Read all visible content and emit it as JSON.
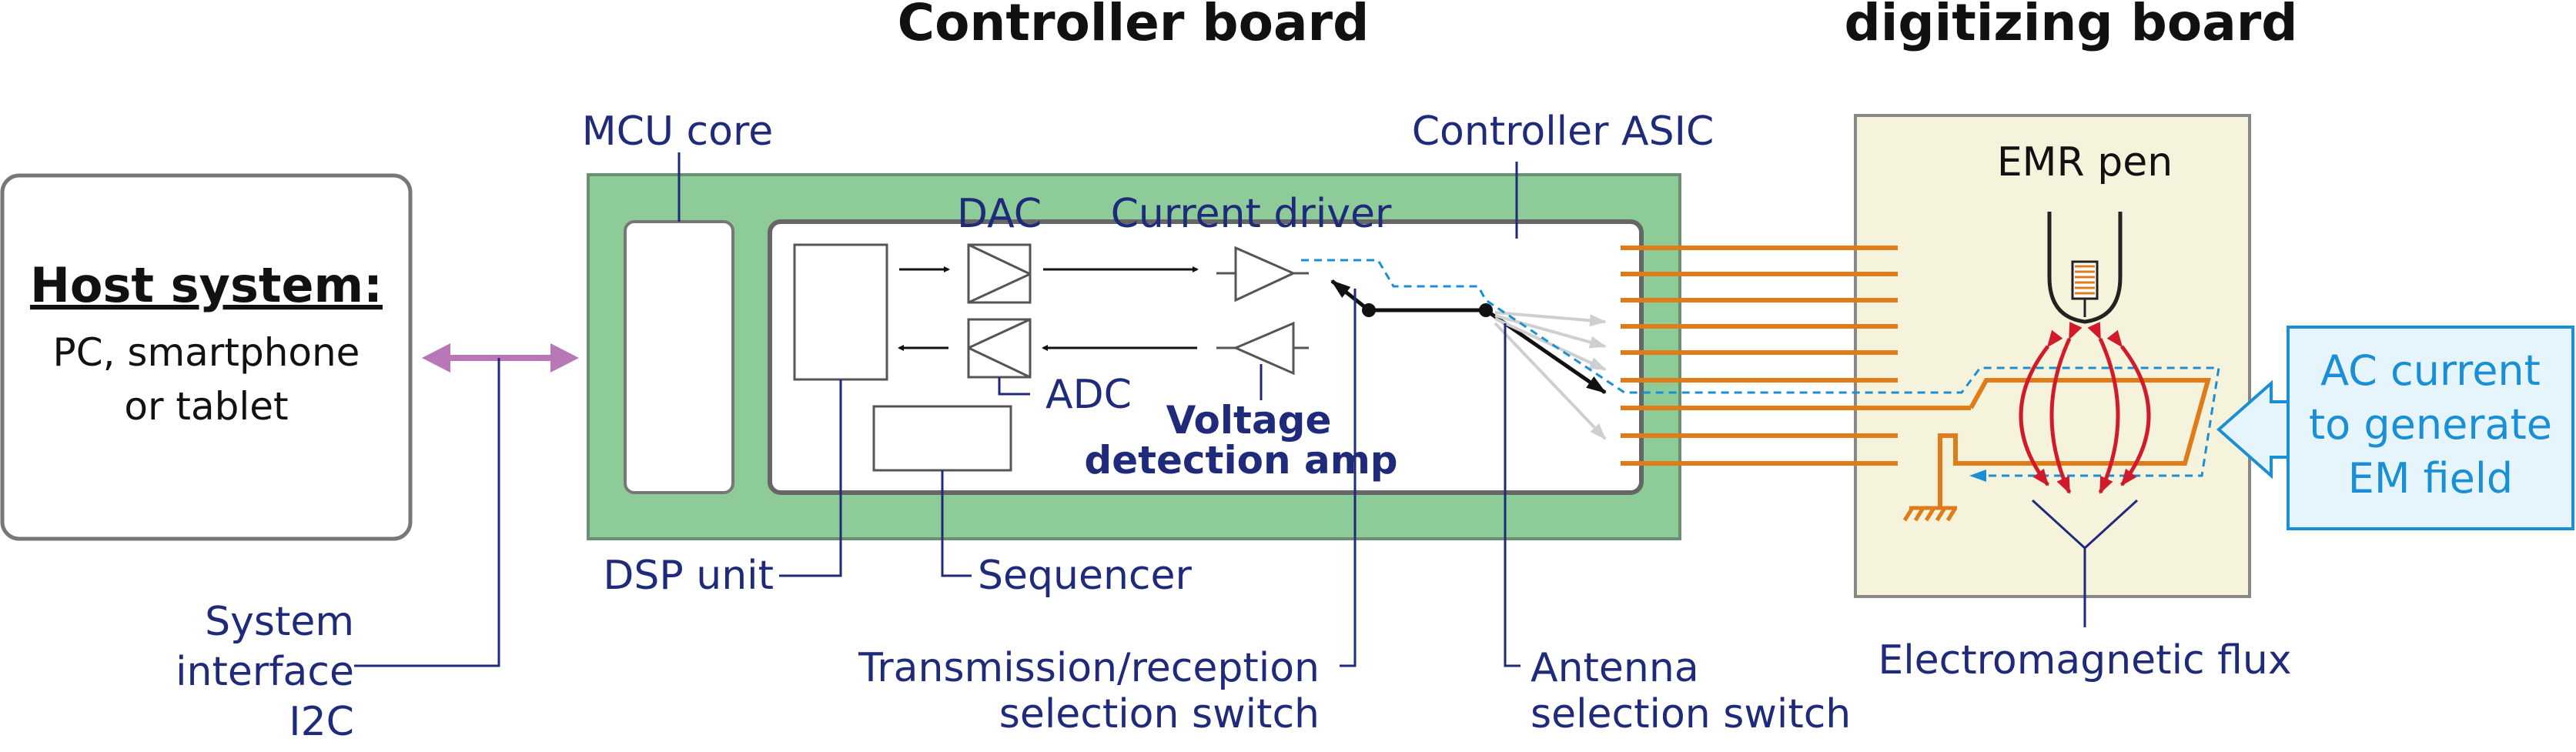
{
  "titles": {
    "controller_board": "Controller board",
    "digitizing_board": "digitizing board"
  },
  "host": {
    "heading": "Host system:",
    "line1": "PC, smartphone",
    "line2": "or tablet"
  },
  "labels": {
    "mcu_core": "MCU core",
    "controller_asic": "Controller ASIC",
    "dac": "DAC",
    "current_driver": "Current driver",
    "adc": "ADC",
    "voltage_amp_line1": "Voltage",
    "voltage_amp_line2": "detection amp",
    "dsp_unit": "DSP unit",
    "sequencer": "Sequencer",
    "system_interface_line1": "System",
    "system_interface_line2": "interface",
    "system_interface_line3": "I2C",
    "trx_switch_line1": "Transmission/reception",
    "trx_switch_line2": "selection switch",
    "antenna_switch_line1": "Antenna",
    "antenna_switch_line2": "selection switch",
    "emr_pen": "EMR pen",
    "em_flux": "Electromagnetic flux",
    "ac_line1": "AC current",
    "ac_line2": "to generate",
    "ac_line3": "EM field"
  },
  "colors": {
    "board_green": "#8dcc98",
    "digitizer_bg": "#f6f3dc",
    "antenna_orange": "#e07b1a",
    "label_blue": "#1f2a7a",
    "accent_cyan": "#1a8fd6",
    "interface_arrow": "#b878b8",
    "flux_red": "#d11a2a"
  }
}
